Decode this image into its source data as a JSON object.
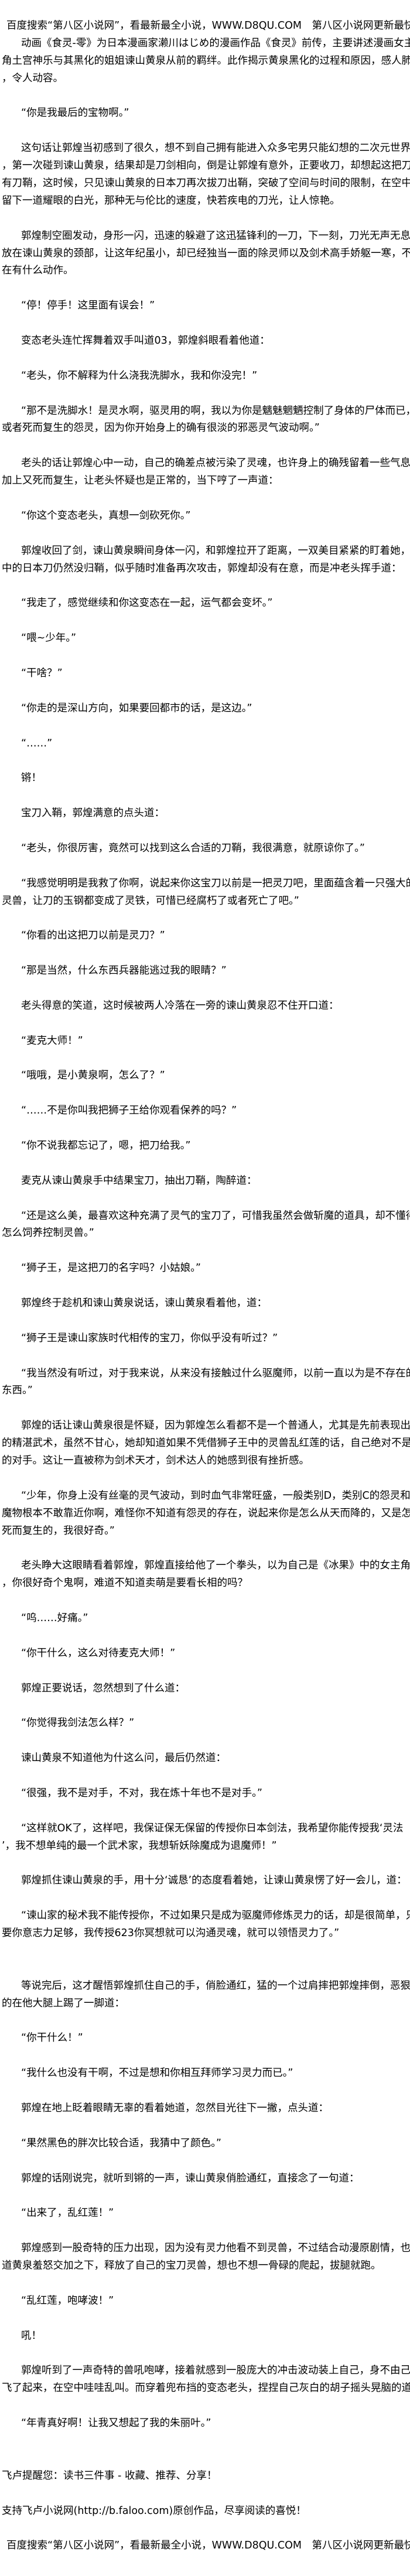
{
  "banner": "百度搜索“第八区小说网”，看最新最全小说，WWW.D8QU.COM　第八区小说网更新最快!",
  "intro": [
    "动画《食灵-零》为日本漫画家濑川はじめ的漫画作品《食灵》前传，主要讲述漫画女主",
    "角土宫神乐与其黑化的姐姐谏山黄泉从前的羁绊。此作揭示黄泉黑化的过程和原因，感人肺腑",
    "，令人动容。"
  ],
  "paragraphs": [
    [
      "“你是我最后的宝物啊。”"
    ],
    [
      "这句话让郭煌当初感到了很久，想不到自己拥有能进入众多宅男只能幻想的二次元世界后",
      "，第一次碰到谏山黄泉，结果却是刀剑相向，倒是让郭煌有意外，正要收刀，却想起这把刀没",
      "有刀鞘，这时候，只见谏山黄泉的日本刀再次拔刀出鞘，突破了空间与时间的限制，在空中残",
      "留下一道耀眼的白光，那种无与伦比的速度，快若疾电的刀光，让人惊艳。"
    ],
    [
      "郭煌制空圈发动，身形一闪，迅速的躲避了这迅猛锋利的一刀，下一刻，刀光无声无息的",
      "放在谏山黄泉的颈部，让这年纪虽小，却已经独当一面的除灵师以及剑术高手娇躯一寒，不敢",
      "在有什么动作。"
    ],
    [
      "“停！停手！这里面有误会！”"
    ],
    [
      "变态老头连忙挥舞着双手叫道03，郭煌斜眼看着他道："
    ],
    [
      "“老头，你不解释为什么浇我洗脚水，我和你没完！”"
    ],
    [
      "“那不是洗脚水！是灵水啊，驱灵用的啊，我以为你是魑魅魍魉控制了身体的尸体而已，",
      "或者死而复生的怨灵，因为你开始身上的确有很淡的邪恶灵气波动啊。”"
    ],
    [
      "老头的话让郭煌心中一动，自己的确差点被污染了灵魂，也许身上的确残留着一些气息，",
      "加上又死而复生，让老头怀疑也是正常的，当下哼了一声道："
    ],
    [
      "“你这个变态老头，真想一剑砍死你。”"
    ],
    [
      "郭煌收回了剑，谏山黄泉瞬间身体一闪，和郭煌拉开了距离，一双美目紧紧的盯着她，手",
      "中的日本刀仍然没归鞘，似乎随时准备再次攻击，郭煌却没有在意，而是冲老头挥手道："
    ],
    [
      "“我走了，感觉继续和你这变态在一起，运气都会变坏。”"
    ],
    [
      "“喂~少年。”"
    ],
    [
      "“干啥？”"
    ],
    [
      "“你走的是深山方向，如果要回都市的话，是这边。”"
    ],
    [
      "“……”"
    ],
    [
      "锵！"
    ],
    [
      "宝刀入鞘，郭煌满意的点头道："
    ],
    [
      "“老头，你很厉害，竟然可以找到这么合适的刀鞘，我很满意，就原谅你了。”"
    ],
    [
      "“我感觉明明是我救了你啊，说起来你这宝刀以前是一把灵刀吧，里面蕴含着一只强大的",
      "灵兽，让刀的玉钢都变成了灵铁，可惜已经腐朽了或者死亡了吧。”"
    ],
    [
      "“你看的出这把刀以前是灵刀？”"
    ],
    [
      "“那是当然，什么东西兵器能逃过我的眼睛？”"
    ],
    [
      "老头得意的笑道，这时候被两人冷落在一旁的谏山黄泉忍不住开口道："
    ],
    [
      "“麦克大师！”"
    ],
    [
      "“哦哦，是小黄泉啊，怎么了？”"
    ],
    [
      "“……不是你叫我把狮子王给你观看保养的吗？”"
    ],
    [
      "“你不说我都忘记了，嗯，把刀给我。”"
    ],
    [
      "麦克从谏山黄泉手中结果宝刀，抽出刀鞘，陶醉道："
    ],
    [
      "“还是这么美，最喜欢这种充满了灵气的宝刀了，可惜我虽然会做斩魔的道具，却不懂得",
      "怎么饲养控制灵兽。”"
    ],
    [
      "“狮子王，是这把刀的名字吗？小姑娘。”"
    ],
    [
      "郭煌终于趁机和谏山黄泉说话，谏山黄泉看着他，道："
    ],
    [
      "“狮子王是谏山家族时代相传的宝刀，你似乎没有听过？”"
    ],
    [
      "“我当然没有听过，对于我来说，从来没有接触过什么驱魔师，以前一直以为是不存在的",
      "东西。”"
    ],
    [
      "郭煌的话让谏山黄泉很是怀疑，因为郭煌怎么看都不是一个普通人，尤其是先前表现出来",
      "的精湛武术，虽然不甘心，她却知道如果不凭借狮子王中的灵兽乱红莲的话，自己绝对不是他",
      "的对手。这让一直被称为剑术天才，剑术达人的她感到很有挫折感。"
    ],
    [
      "“少年，你身上没有丝毫的灵气波动，到时血气非常旺盛，一般类别D，类别C的怨灵和",
      "魔物根本不敢靠近你啊，难怪你不知道有怨灵的存在，说起来你是怎么从天而降的，又是怎么",
      "死而复生的，我很好奇。”"
    ],
    [
      "老头睁大这眼睛看着郭煌，郭煌直接给他了一个拳头，以为自己是《冰果》中的女主角啊",
      "，你很好奇个鬼啊，难道不知道卖萌是要看长相的吗？"
    ],
    [
      "“呜……好痛。”"
    ],
    [
      "“你干什么，这么对待麦克大师！”"
    ],
    [
      "郭煌正要说话，忽然想到了什么道："
    ],
    [
      "“你觉得我剑法怎么样？”"
    ],
    [
      "谏山黄泉不知道他为什这么问，最后仍然道："
    ],
    [
      "“很强，我不是对手，不对，我在炼十年也不是对手。”"
    ],
    [
      "“这样就OK了，这样吧，我保证保无保留的传授你日本剑法，我希望你能传授我‘灵法",
      "’，我不想单纯的最一个武术家，我想斩妖除魔成为退魔师！”"
    ],
    [
      "郭煌抓住谏山黄泉的手，用十分‘诚恳’的态度看着她，让谏山黄泉愣了好一会儿，道："
    ],
    [
      "“谏山家的秘术我不能传授你，不过如果只是成为驱魔师修炼灵力的话，却是很简单，只",
      "要你意志力足够，我传授623你冥想就可以沟通灵魂，就可以领悟灵力了。”"
    ],
    [
      "等说完后，这才醒悟郭煌抓住自己的手，俏脸通红，猛的一个过肩摔把郭煌摔倒，恶狠狠",
      "的在他大腿上踢了一脚道："
    ],
    [
      "“你干什么！”"
    ],
    [
      "“我什么也没有干啊，不过是想和你相互拜师学习灵力而已。”"
    ],
    [
      "郭煌在地上眨着眼睛无辜的看着她道，忽然目光往下一撇，点头道："
    ],
    [
      "“果然黑色的胖次比较合适，我猜中了颜色。”"
    ],
    [
      "郭煌的话刚说完，就听到锵的一声，谏山黄泉俏脸通红，直接念了一句道："
    ],
    [
      "“出来了，乱红莲！”"
    ],
    [
      "郭煌感到一股奇特的压力出现，因为没有灵力他看不到灵兽，不过结合动漫原剧情，也知",
      "道黄泉羞怒交加之下，释放了自己的宝刀灵兽，想也不想一骨碌的爬起，拔腿就跑。"
    ],
    [
      "“乱红莲，咆哮波！”"
    ],
    [
      "吼！"
    ],
    [
      "郭煌听到了一声奇特的兽吼咆哮，接着就感到一股庞大的冲击波动装上自己，身不由己的",
      "飞了起来，在空中哇哇乱叫。而穿着兜布挡的变态老头，捏捏自己灰白的胡子摇头晃脑的道："
    ],
    [
      "“年青真好啊！让我又想起了我的朱丽叶。”"
    ]
  ],
  "footer": {
    "reminder": "飞卢提醒您：读书三件事 - 收藏、推荐、分享！",
    "support": "支持飞卢小说网(http://b.faloo.com)原创作品，尽享阅读的喜悦！",
    "banner": "百度搜索“第八区小说网”，看最新最全小说，WWW.D8QU.COM　第八区小说网更新最快!"
  }
}
